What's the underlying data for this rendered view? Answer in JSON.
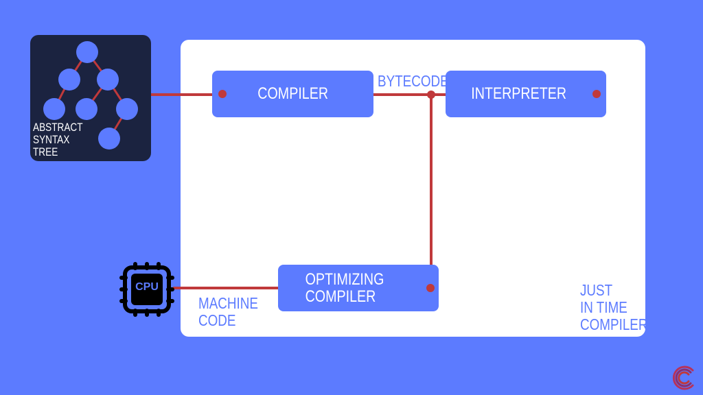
{
  "ast": {
    "label_lines": [
      "ABSTRACT",
      "SYNTAX",
      "TREE"
    ]
  },
  "nodes": {
    "compiler": "COMPILER",
    "interpreter": "INTERPRETER",
    "optimizing": [
      "OPTIMIZING",
      "COMPILER"
    ]
  },
  "edges": {
    "bytecode": "BYTECODE",
    "machine_code": [
      "MACHINE",
      "CODE"
    ]
  },
  "cpu": {
    "label": "CPU"
  },
  "jit": {
    "label_lines": [
      "JUST",
      "IN TIME",
      "COMPILER"
    ]
  },
  "colors": {
    "background": "#5c7bff",
    "line": "#c0393b",
    "dark": "#1b2340"
  }
}
